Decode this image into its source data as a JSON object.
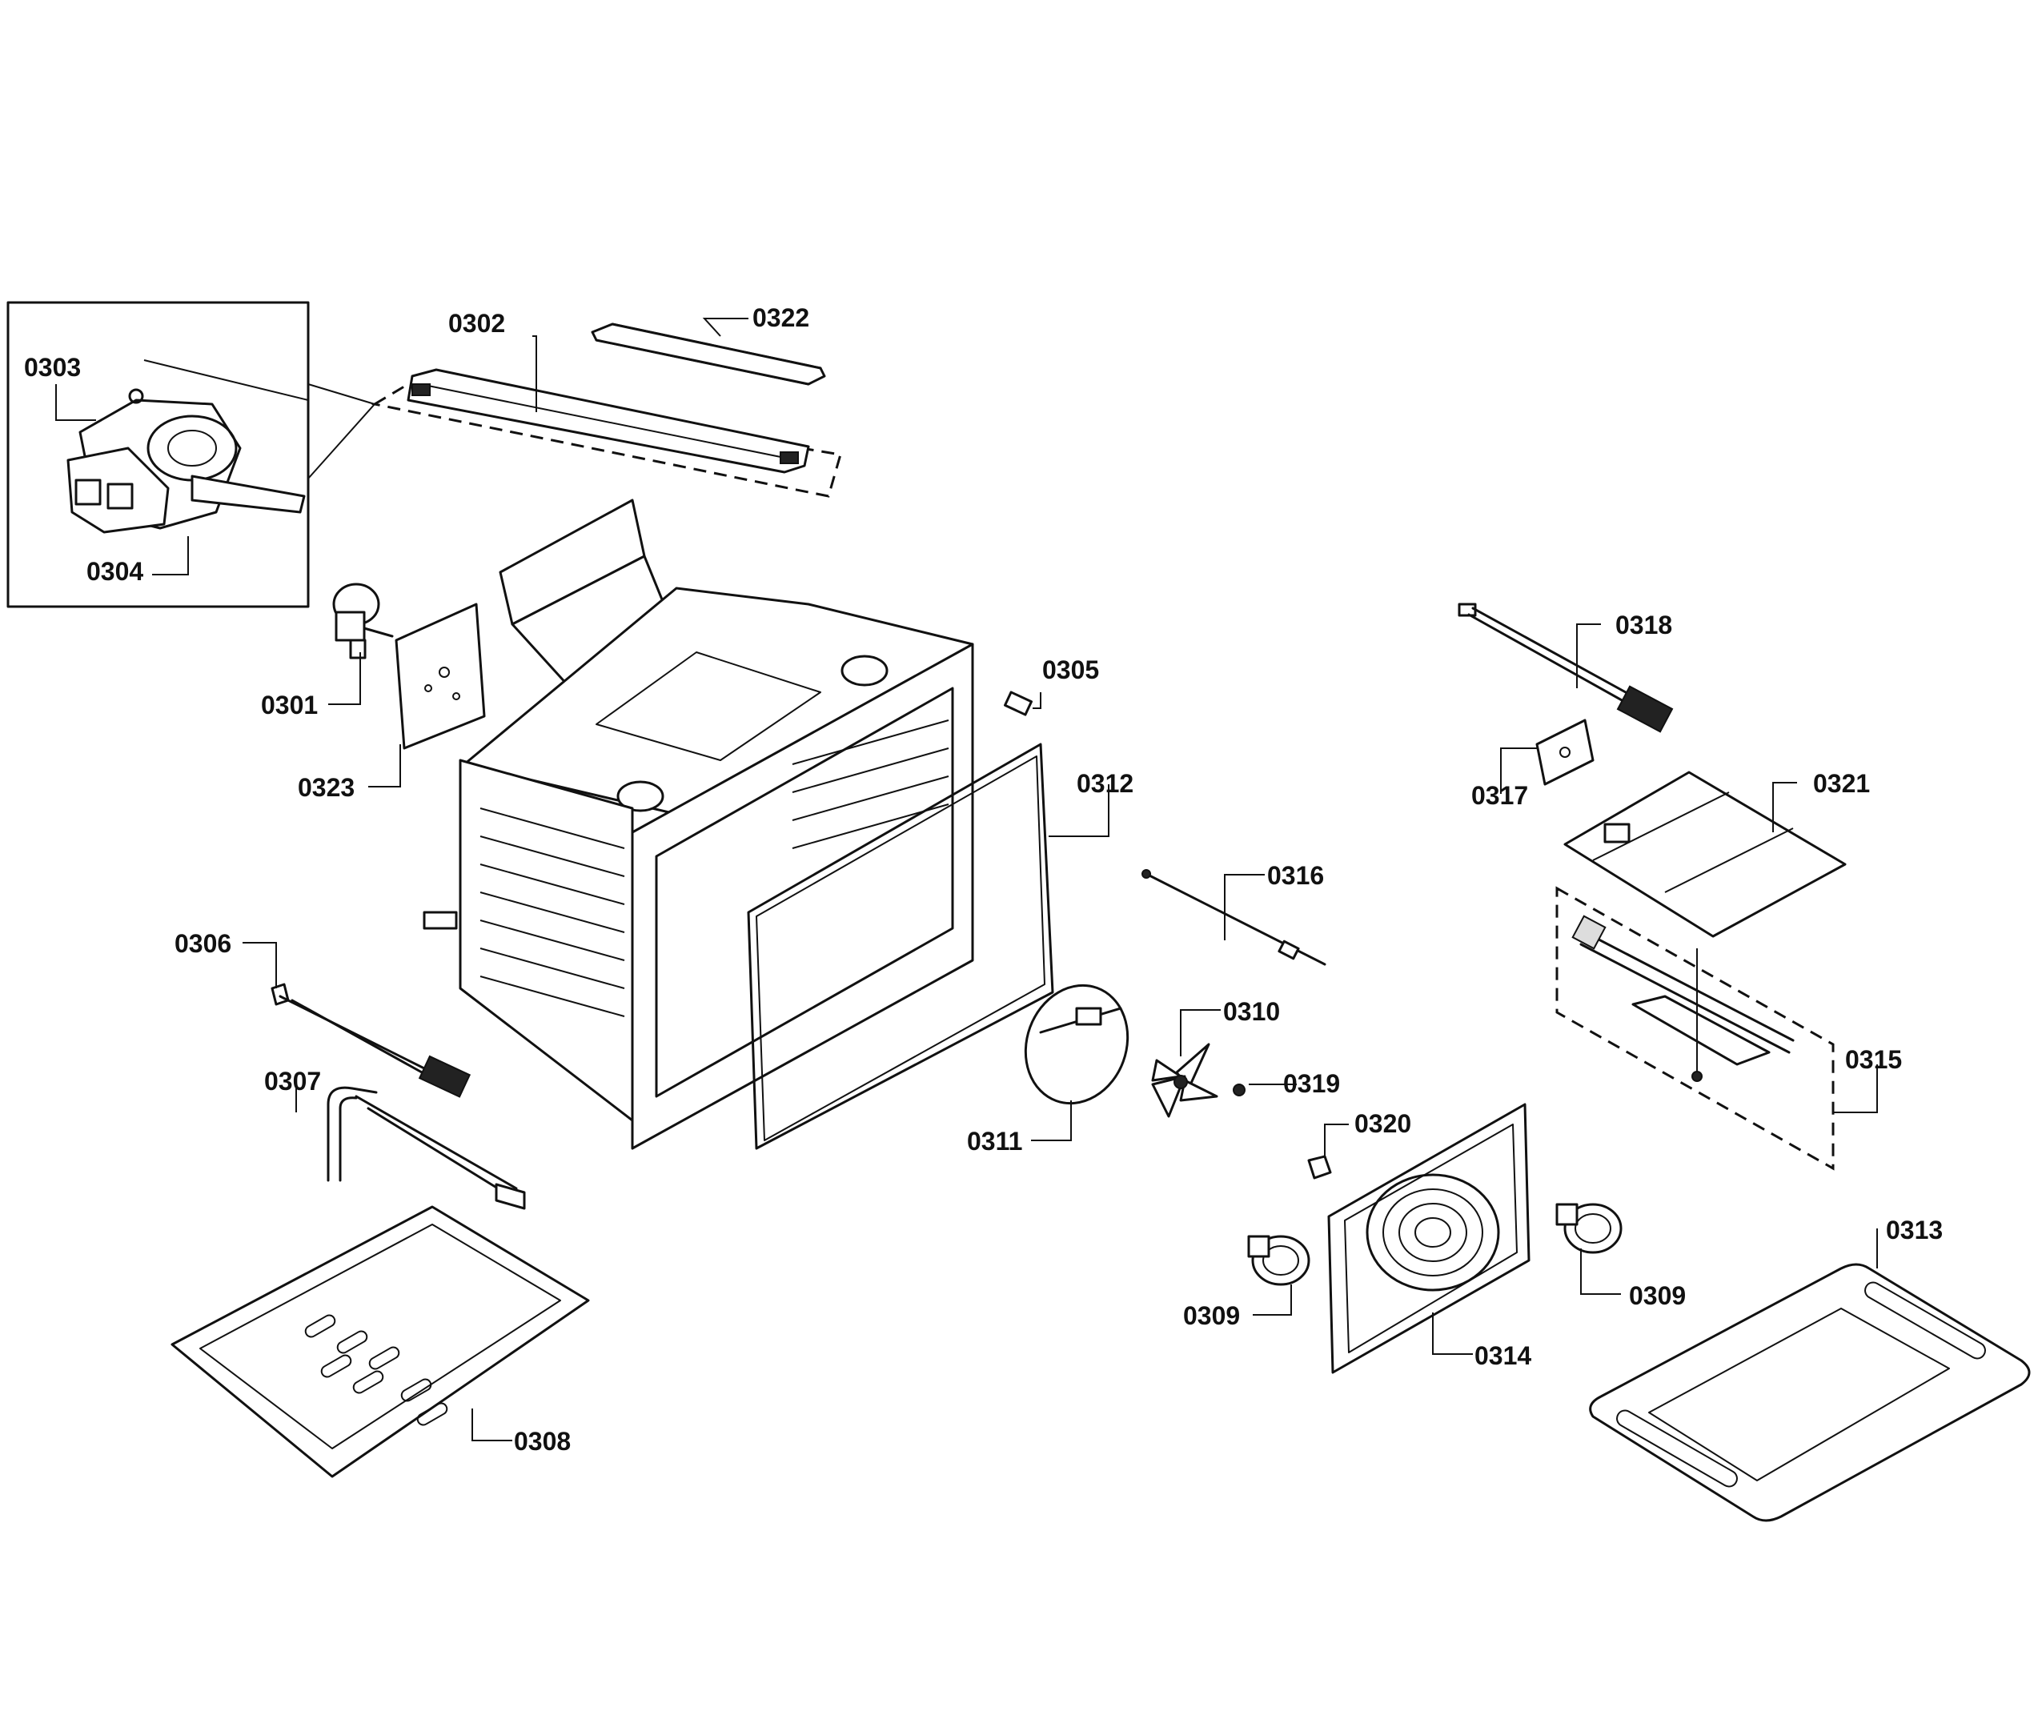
{
  "labels": {
    "p0301": "0301",
    "p0302": "0302",
    "p0303": "0303",
    "p0304": "0304",
    "p0305": "0305",
    "p0306": "0306",
    "p0307": "0307",
    "p0308": "0308",
    "p0309a": "0309",
    "p0309b": "0309",
    "p0310": "0310",
    "p0311": "0311",
    "p0312": "0312",
    "p0313": "0313",
    "p0314": "0314",
    "p0315": "0315",
    "p0316": "0316",
    "p0317": "0317",
    "p0318": "0318",
    "p0319": "0319",
    "p0320": "0320",
    "p0321": "0321",
    "p0322": "0322",
    "p0323": "0323"
  },
  "colors": {
    "line": "#111111",
    "background": "#ffffff"
  }
}
